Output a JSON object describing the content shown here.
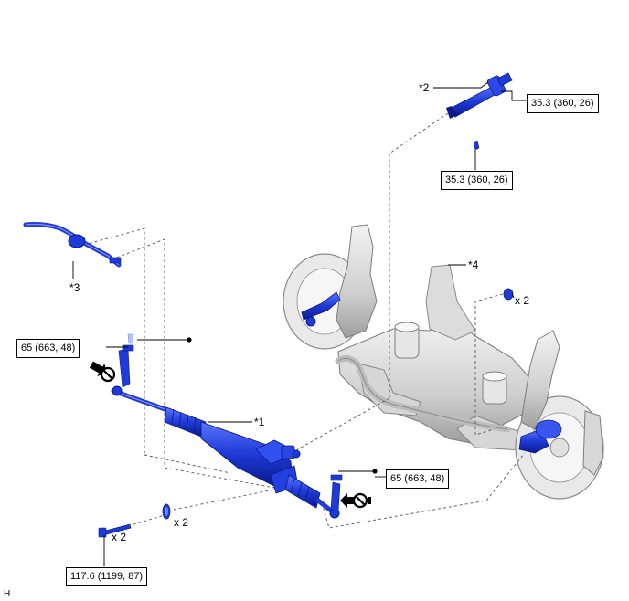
{
  "callouts": {
    "part1": "*1",
    "part2": "*2",
    "part3": "*3",
    "part4": "*4"
  },
  "torques": {
    "t_upper_a": "35.3 (360, 26)",
    "t_upper_b": "35.3 (360, 26)",
    "t_left": "65 (663, 48)",
    "t_right": "65 (663, 48)",
    "t_bottom": "117.6 (1199, 87)"
  },
  "quantities": {
    "q_mount_top": "x 2",
    "q_grommet": "x 2",
    "q_tierod": "x 2"
  },
  "corner_code": "H",
  "colors": {
    "part_blue": "#1f3ad6",
    "part_dark": "#0a1a8c",
    "frame_gray": "#bdbdbd",
    "leader_dash": "#555555"
  },
  "icons": [
    "do-not-reuse-icon",
    "do-not-reuse-icon",
    "new-part-bullet",
    "new-part-bullet"
  ]
}
